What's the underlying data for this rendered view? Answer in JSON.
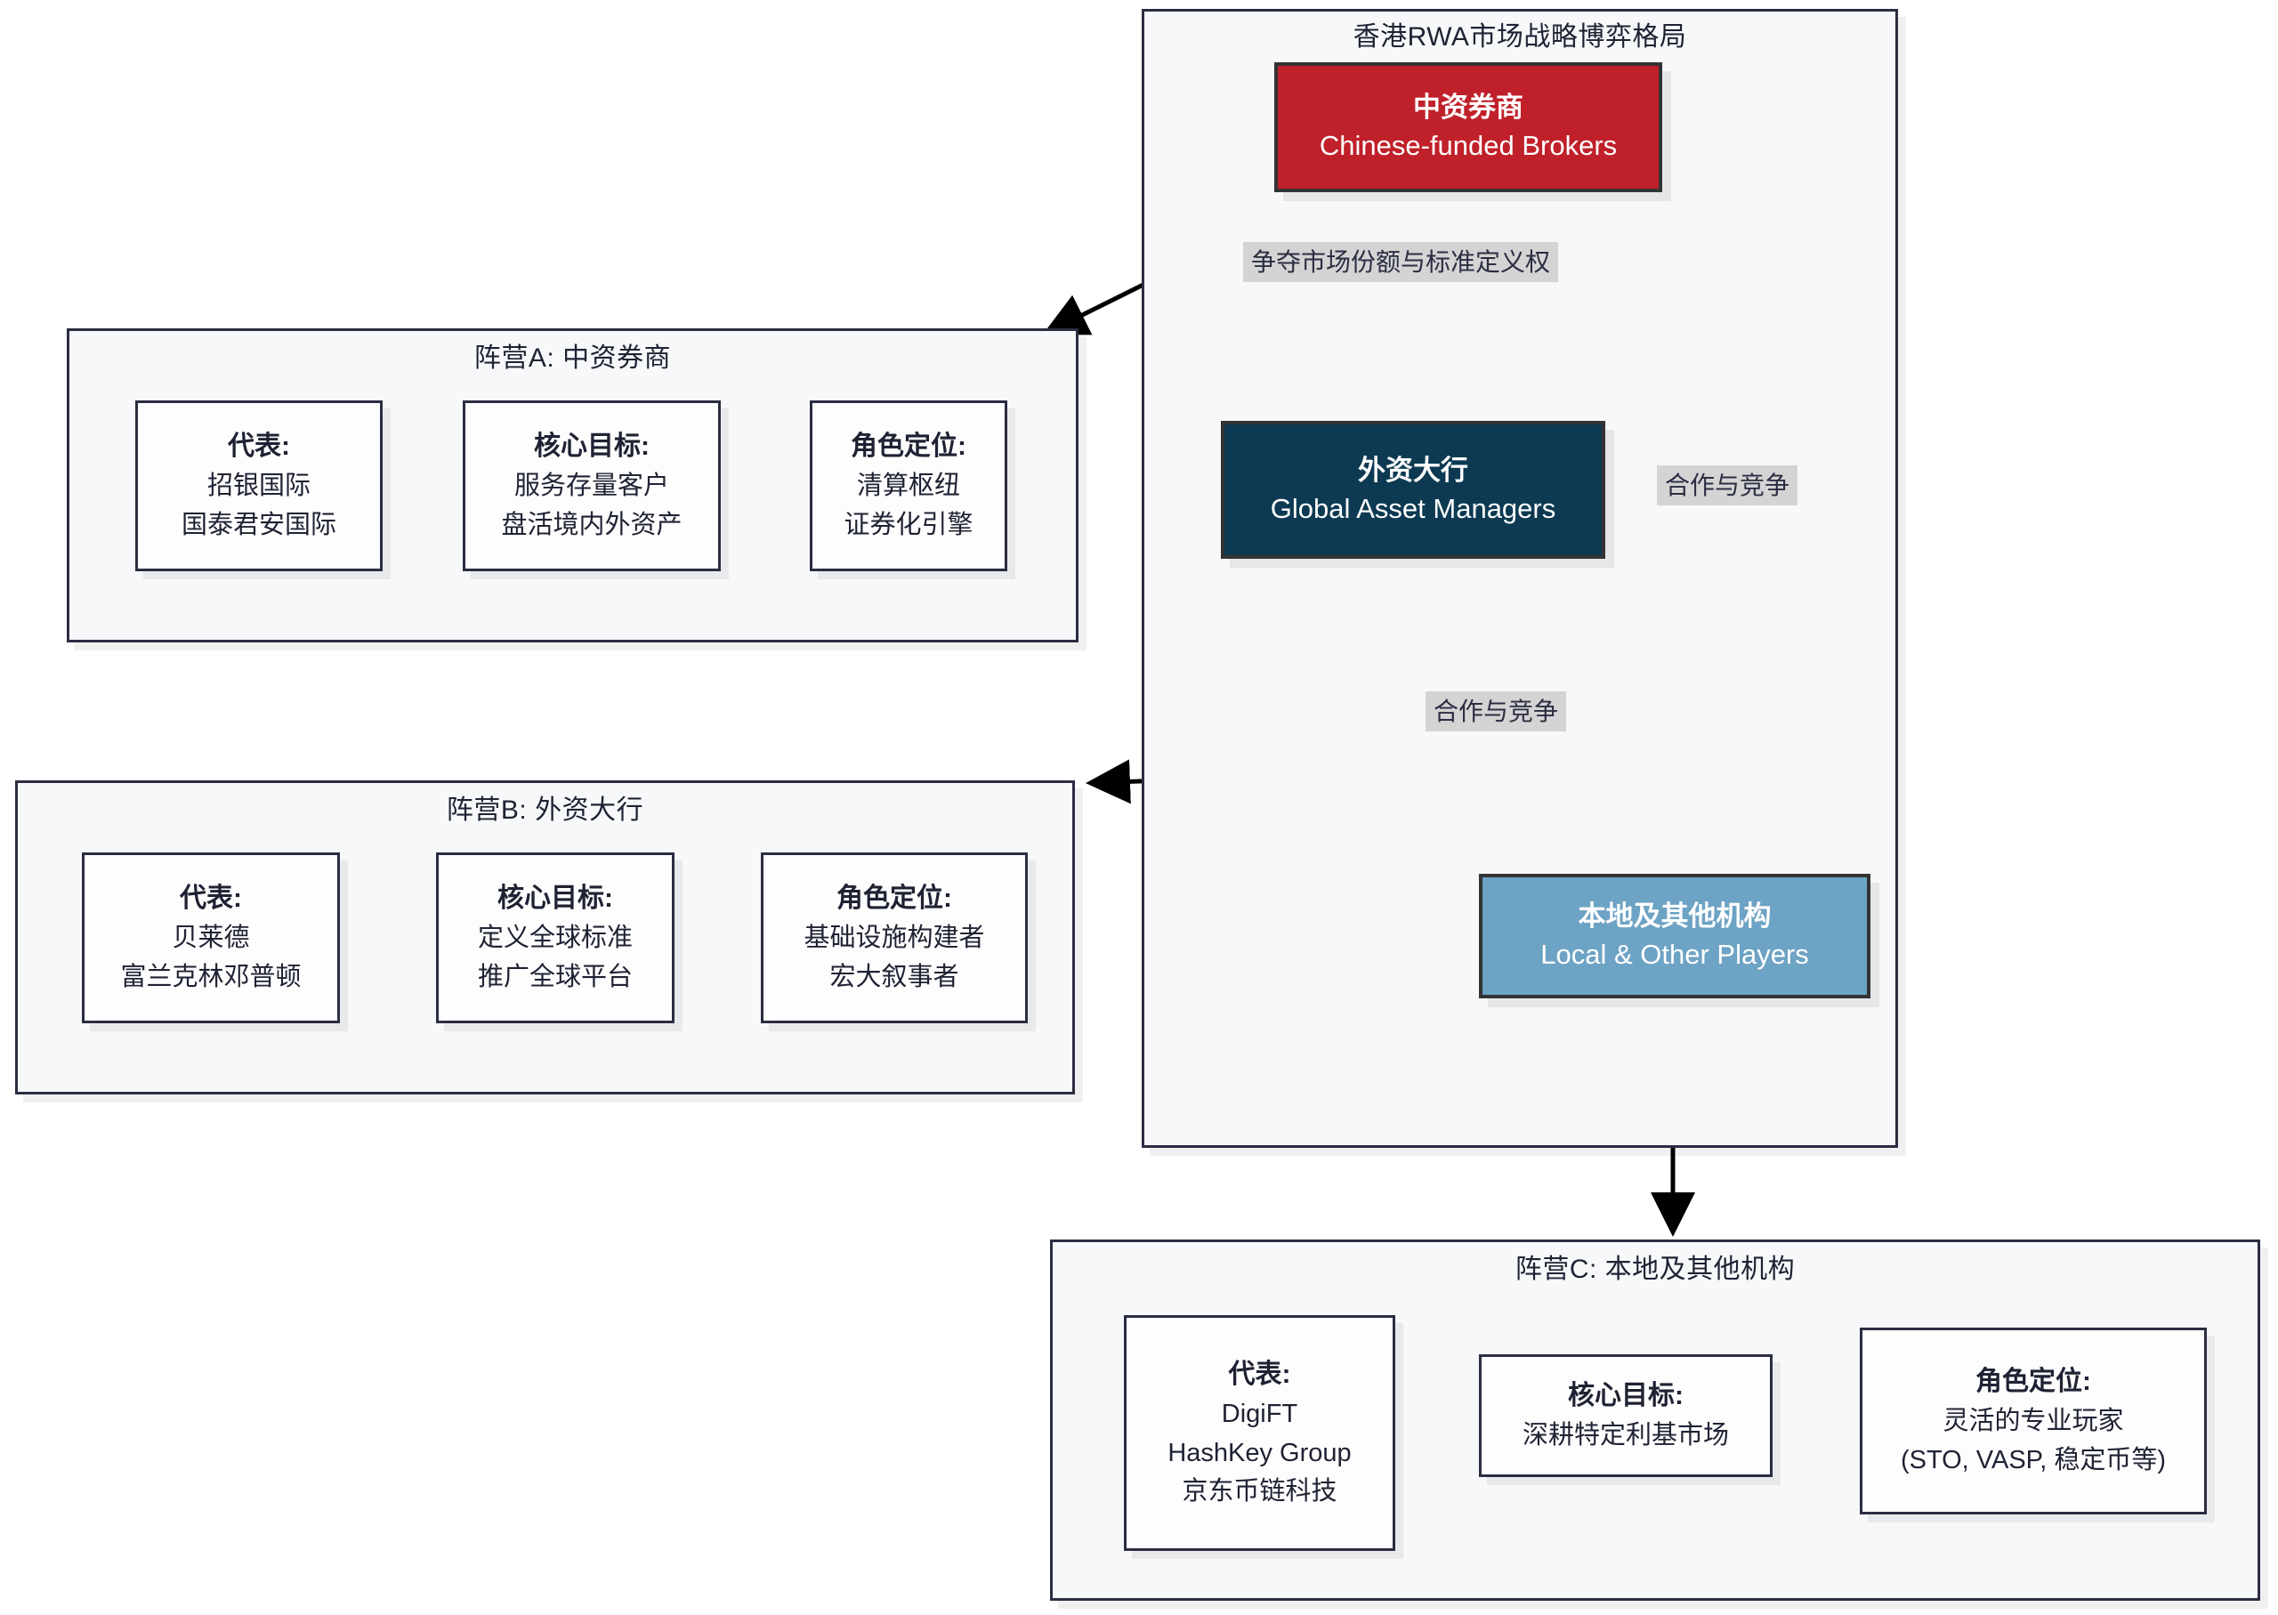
{
  "diagram": {
    "title": "香港RWA市场战略博弈格局",
    "colors": {
      "red": "#c0202a",
      "navy": "#0d3a52",
      "blue": "#6da3c4",
      "outline": "#2b2d42",
      "panel_bg": "#f7f8fa",
      "label_bg": "#d4d4d4"
    }
  },
  "nodes": {
    "brokers": {
      "cn": "中资券商",
      "en": "Chinese-funded Brokers"
    },
    "global": {
      "cn": "外资大行",
      "en": "Global Asset Managers"
    },
    "local": {
      "cn": "本地及其他机构",
      "en": "Local & Other Players"
    }
  },
  "edge_labels": {
    "compete": "争夺市场份额与标准定义权",
    "coop_right": "合作与竞争",
    "coop_mid": "合作与竞争"
  },
  "clusters": [
    {
      "id": "A",
      "title": "阵营A: 中资券商",
      "cards": [
        {
          "head": "代表:",
          "lines": [
            "招银国际",
            "国泰君安国际"
          ]
        },
        {
          "head": "核心目标:",
          "lines": [
            "服务存量客户",
            "盘活境内外资产"
          ]
        },
        {
          "head": "角色定位:",
          "lines": [
            "清算枢纽",
            "证券化引擎"
          ]
        }
      ]
    },
    {
      "id": "B",
      "title": "阵营B: 外资大行",
      "cards": [
        {
          "head": "代表:",
          "lines": [
            "贝莱德",
            "富兰克林邓普顿"
          ]
        },
        {
          "head": "核心目标:",
          "lines": [
            "定义全球标准",
            "推广全球平台"
          ]
        },
        {
          "head": "角色定位:",
          "lines": [
            "基础设施构建者",
            "宏大叙事者"
          ]
        }
      ]
    },
    {
      "id": "C",
      "title": "阵营C: 本地及其他机构",
      "cards": [
        {
          "head": "代表:",
          "lines": [
            "DigiFT",
            "HashKey Group",
            "京东币链科技"
          ]
        },
        {
          "head": "核心目标:",
          "lines": [
            "深耕特定利基市场"
          ]
        },
        {
          "head": "角色定位:",
          "lines": [
            "灵活的专业玩家",
            "(STO, VASP, 稳定币等)"
          ]
        }
      ]
    }
  ]
}
